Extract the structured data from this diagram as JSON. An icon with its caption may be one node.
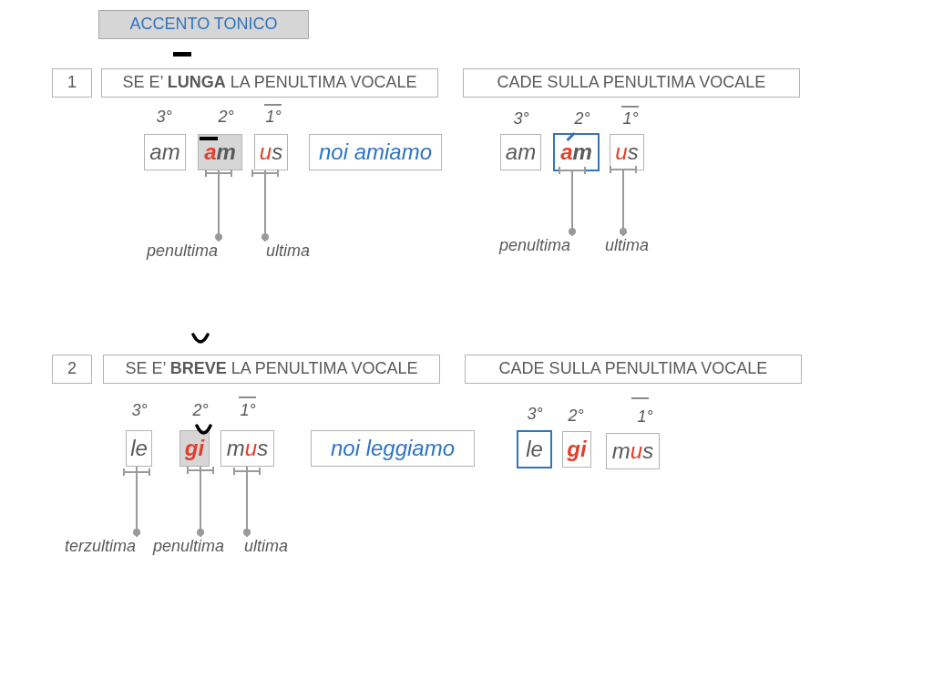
{
  "diagram": {
    "title": "ACCENTO TONICO",
    "nodes": [
      {
        "text": [
          "1"
        ]
      },
      {
        "text": [
          "SE E’ **LUNGA** LA PENULTIMA VOCALE"
        ]
      },
      {
        "text": [
          "CADE SULLA PENULTIMA VOCALE"
        ]
      },
      {
        "text": [
          "am"
        ],
        "beside": [
          "3°"
        ]
      },
      {
        "text": [
          "am"
        ],
        "beside": [
          "2°"
        ]
      },
      {
        "text": [
          "us"
        ],
        "beside": [
          "1°"
        ]
      },
      {
        "text": [
          "noi amiamo"
        ]
      },
      {
        "text": [
          "am"
        ],
        "beside": [
          "3°"
        ]
      },
      {
        "text": [
          "am"
        ],
        "beside": [
          "2°"
        ]
      },
      {
        "text": [
          "us"
        ],
        "beside": [
          "1°"
        ]
      },
      {
        "text": [
          "penultima"
        ]
      },
      {
        "text": [
          "ultima"
        ]
      },
      {
        "text": [
          "penultima"
        ]
      },
      {
        "text": [
          "ultima"
        ]
      },
      {
        "text": [
          "2"
        ]
      },
      {
        "text": [
          "SE E’ **BREVE** LA PENULTIMA VOCALE"
        ]
      },
      {
        "text": [
          "CADE SULLA PENULTIMA VOCALE"
        ]
      },
      {
        "text": [
          "le"
        ],
        "beside": [
          "3°"
        ]
      },
      {
        "text": [
          "gi"
        ],
        "beside": [
          "2°"
        ]
      },
      {
        "text": [
          "mus"
        ],
        "beside": [
          "1°"
        ]
      },
      {
        "text": [
          "noi leggiamo"
        ]
      },
      {
        "text": [
          "le"
        ],
        "beside": [
          "3°"
        ]
      },
      {
        "text": [
          "gi"
        ],
        "beside": [
          "2°"
        ]
      },
      {
        "text": [
          "mus"
        ],
        "beside": [
          "1°"
        ]
      },
      {
        "text": [
          "terzultima"
        ]
      },
      {
        "text": [
          "penultima"
        ]
      },
      {
        "text": [
          "ultima"
        ]
      }
    ],
    "edges": [
      {
        "from": 10,
        "to": 4,
        "arrow": "other"
      },
      {
        "from": 11,
        "to": 5,
        "arrow": "other"
      },
      {
        "from": 12,
        "to": 8,
        "arrow": "other"
      },
      {
        "from": 13,
        "to": 9,
        "arrow": "other"
      },
      {
        "from": 24,
        "to": 17,
        "arrow": "other"
      },
      {
        "from": 25,
        "to": 18,
        "arrow": "other"
      },
      {
        "from": 26,
        "to": 19,
        "arrow": "other"
      }
    ]
  }
}
